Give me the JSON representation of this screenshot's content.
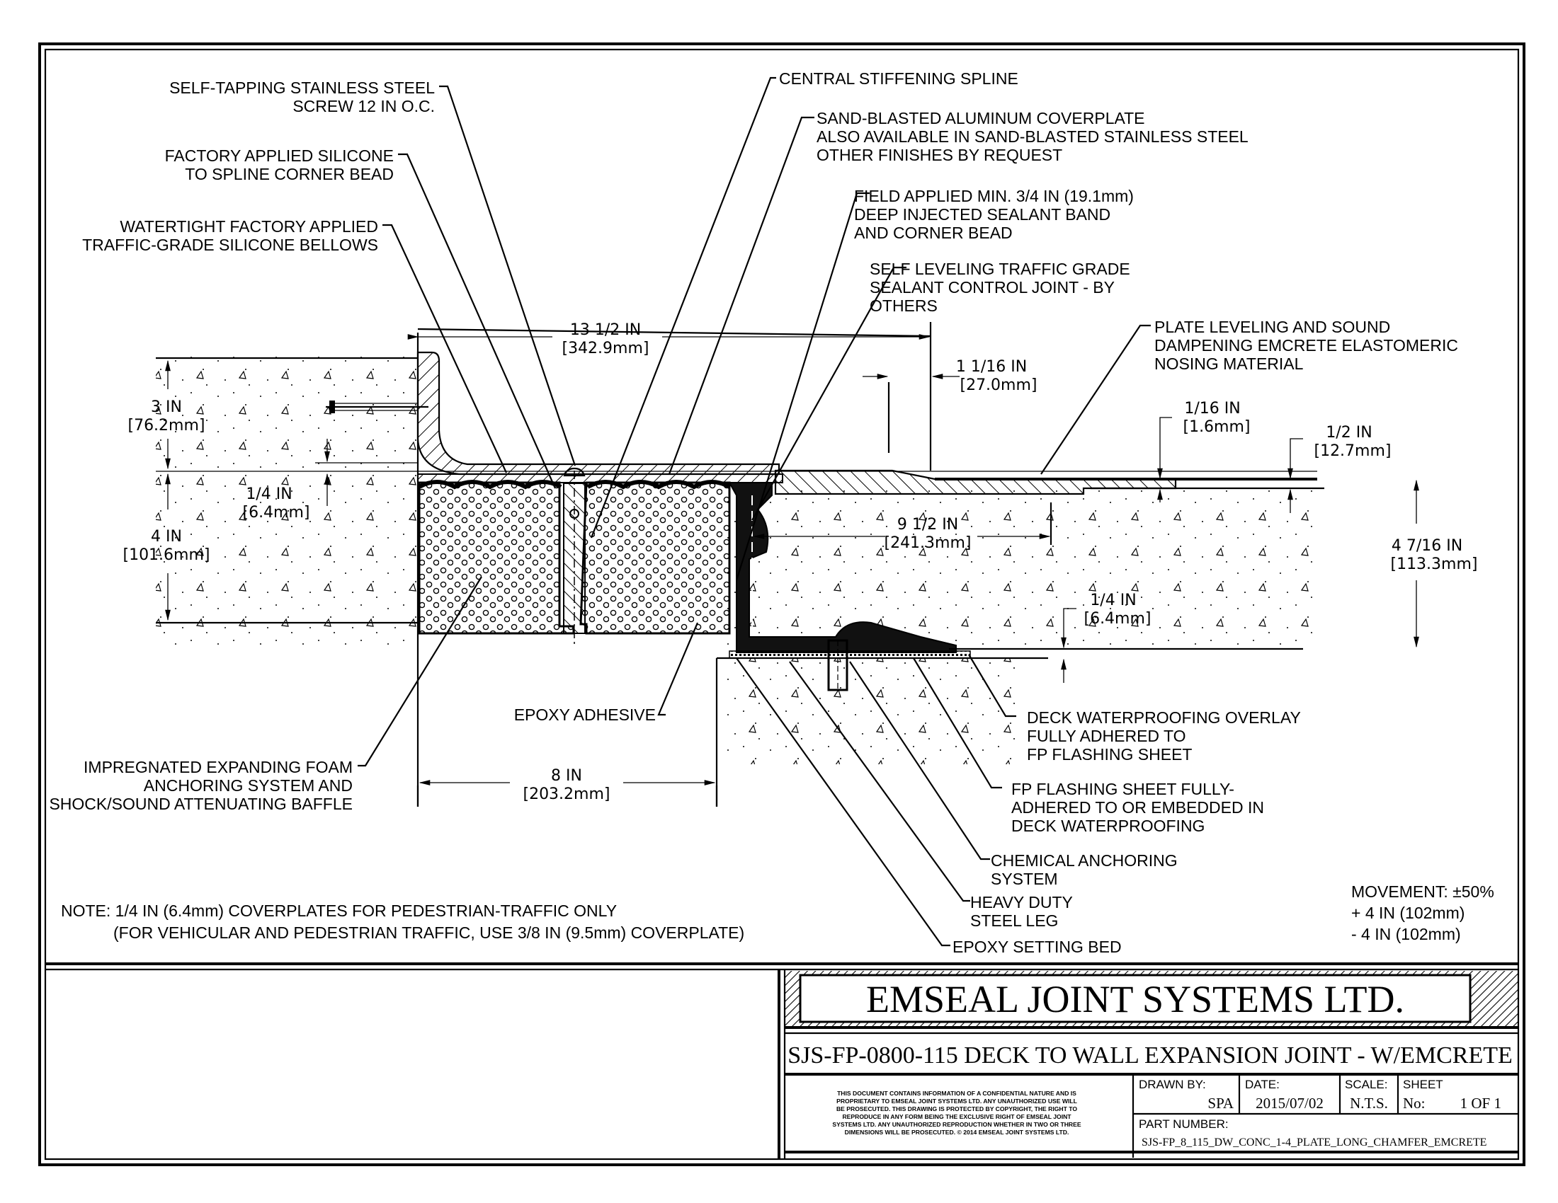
{
  "drawing": {
    "callouts_left": [
      [
        "SELF-TAPPING STAINLESS STEEL",
        "SCREW 12 IN O.C."
      ],
      [
        "FACTORY APPLIED SILICONE",
        "TO SPLINE CORNER BEAD"
      ],
      [
        "WATERTIGHT FACTORY APPLIED",
        "TRAFFIC-GRADE SILICONE BELLOWS"
      ],
      [
        "IMPREGNATED EXPANDING FOAM",
        "ANCHORING SYSTEM AND",
        "SHOCK/SOUND ATTENUATING BAFFLE"
      ]
    ],
    "callouts_top": [
      [
        "CENTRAL STIFFENING SPLINE"
      ],
      [
        "SAND-BLASTED ALUMINUM COVERPLATE",
        "ALSO AVAILABLE IN SAND-BLASTED STAINLESS STEEL",
        "OTHER FINISHES BY REQUEST"
      ],
      [
        "FIELD APPLIED MIN. 3/4 IN (19.1mm)",
        "DEEP INJECTED SEALANT BAND",
        "AND CORNER BEAD"
      ],
      [
        "SELF LEVELING TRAFFIC GRADE",
        "SEALANT CONTROL JOINT - BY",
        "OTHERS"
      ],
      [
        "PLATE LEVELING AND SOUND",
        "DAMPENING EMCRETE ELASTOMERIC",
        "NOSING MATERIAL"
      ]
    ],
    "callouts_bottom": [
      [
        "EPOXY ADHESIVE"
      ],
      [
        "DECK WATERPROOFING OVERLAY",
        "FULLY ADHERED TO",
        "FP FLASHING SHEET"
      ],
      [
        "FP FLASHING SHEET FULLY-",
        "ADHERED TO OR EMBEDDED IN",
        "DECK WATERPROOFING"
      ],
      [
        "CHEMICAL ANCHORING",
        "SYSTEM"
      ],
      [
        "HEAVY DUTY",
        "STEEL LEG"
      ],
      [
        "EPOXY SETTING BED"
      ]
    ],
    "dimensions": {
      "overall_width": [
        "13 1/2 IN",
        "[342.9mm]"
      ],
      "gap_1_1_16": [
        "1 1/16 IN",
        "[27.0mm]"
      ],
      "wall_3in": [
        "3 IN",
        "[76.2mm]"
      ],
      "plate_1_4_left": [
        "1/4 IN",
        "[6.4mm]"
      ],
      "depth_4in": [
        "4 IN",
        "[101.6mm]"
      ],
      "nosing_1_16": [
        "1/16 IN",
        "[1.6mm]"
      ],
      "nosing_1_2": [
        "1/2 IN",
        "[12.7mm]"
      ],
      "nosing_9_1_2": [
        "9 1/2 IN",
        "[241.3mm]"
      ],
      "total_4_7_16": [
        "4 7/16 IN",
        "[113.3mm]"
      ],
      "bed_1_4": [
        "1/4 IN",
        "[6.4mm]"
      ],
      "joint_8in": [
        "8 IN",
        "[203.2mm]"
      ]
    },
    "note": [
      "NOTE: 1/4 IN (6.4mm) COVERPLATES FOR PEDESTRIAN-TRAFFIC ONLY",
      "(FOR VEHICULAR AND PEDESTRIAN TRAFFIC, USE 3/8 IN (9.5mm) COVERPLATE)"
    ],
    "movement": [
      "MOVEMENT: ±50%",
      "+ 4 IN (102mm)",
      "- 4 IN (102mm)"
    ]
  },
  "title_block": {
    "company": "EMSEAL JOINT SYSTEMS LTD.",
    "title": "SJS-FP-0800-115 DECK TO WALL EXPANSION JOINT - W/EMCRETE",
    "disclaimer": [
      "THIS DOCUMENT CONTAINS INFORMATION OF A CONFIDENTIAL NATURE AND IS",
      "PROPRIETARY TO EMSEAL JOINT SYSTEMS LTD. ANY UNAUTHORIZED USE WILL",
      "BE PROSECUTED. THIS DRAWING IS PROTECTED BY COPYRIGHT, THE RIGHT TO",
      "REPRODUCE IN ANY FORM BEING THE EXCLUSIVE RIGHT OF EMSEAL JOINT",
      "SYSTEMS LTD. ANY UNAUTHORIZED REPRODUCTION WHETHER IN TWO OR THREE",
      "DIMENSIONS WILL BE PROSECUTED. © 2014 EMSEAL JOINT SYSTEMS LTD."
    ],
    "drawn_by_label": "DRAWN BY:",
    "drawn_by": "SPA",
    "date_label": "DATE:",
    "date": "2015/07/02",
    "scale_label": "SCALE:",
    "scale": "N.T.S.",
    "sheet_label": "SHEET",
    "sheet_no_label": "No:",
    "sheet_no": "1 OF 1",
    "part_number_label": "PART NUMBER:",
    "part_number": "SJS-FP_8_115_DW_CONC_1-4_PLATE_LONG_CHAMFER_EMCRETE"
  }
}
